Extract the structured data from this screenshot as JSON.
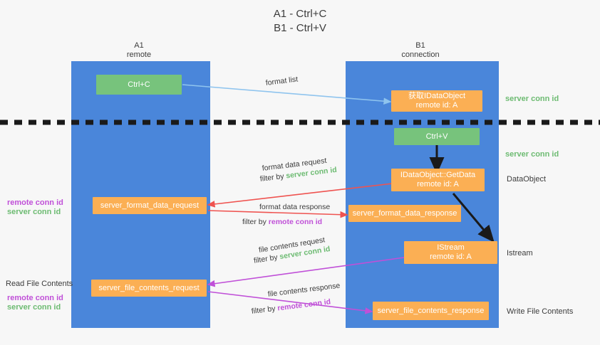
{
  "title": {
    "line1": "A1 - Ctrl+C",
    "line2": "B1 - Ctrl+V"
  },
  "lanes": [
    {
      "id": "a1",
      "name": "A1",
      "sub": "remote"
    },
    {
      "id": "b1",
      "name": "B1",
      "sub": "connection"
    }
  ],
  "nodes": {
    "ctrl_c": {
      "line1": "Ctrl+C",
      "line2": ""
    },
    "idataobject": {
      "line1": "获取IDataObject",
      "line2": "remote id: A"
    },
    "ctrl_v": {
      "line1": "Ctrl+V",
      "line2": ""
    },
    "getdata": {
      "line1": "IDataObject::GetData",
      "line2": "remote id: A"
    },
    "fmt_req": {
      "line1": "server_format_data_request",
      "line2": ""
    },
    "fmt_resp": {
      "line1": "server_format_data_response",
      "line2": ""
    },
    "istream": {
      "line1": "IStream",
      "line2": "remote id: A"
    },
    "file_req": {
      "line1": "server_file_contents_request",
      "line2": ""
    },
    "file_resp": {
      "line1": "server_file_contents_response",
      "line2": ""
    }
  },
  "edge_labels": {
    "format_list": "format list",
    "fmt_req_top": "format data request",
    "fmt_req_filter_pre": "filter by ",
    "fmt_req_filter_key": "server conn id",
    "fmt_resp_top": "format data response",
    "fmt_resp_filter_pre": "filter by ",
    "fmt_resp_filter_key": "remote conn id",
    "file_req_top": "file contents request",
    "file_req_filter_pre": "filter by ",
    "file_req_filter_key": "server conn id",
    "file_resp_top": "file contents response",
    "file_resp_filter_pre": "filter by ",
    "file_resp_filter_key": "remote conn id"
  },
  "annotations_right": {
    "server_conn_id_1": "server conn id",
    "server_conn_id_2": "server conn id",
    "dataobject": "DataObject",
    "istream": "Istream",
    "write_file_contents": "Write File Contents"
  },
  "annotations_left": {
    "remote_conn_id_1": "remote conn id",
    "server_conn_id_1": "server conn id",
    "read_file_contents": "Read File Contents",
    "remote_conn_id_2": "remote conn id",
    "server_conn_id_2": "server conn id"
  },
  "colors": {
    "lane": "#4a86da",
    "green_node": "#77c37c",
    "orange_node": "#fbaf54",
    "green_text": "#6dbb72",
    "magenta_text": "#c050d8",
    "red_arrow": "#ef5350",
    "blue_arrow": "#8fc4ee",
    "magenta_arrow": "#c050d8",
    "black_arrow": "#1a1a1a",
    "background": "#f7f7f7"
  }
}
